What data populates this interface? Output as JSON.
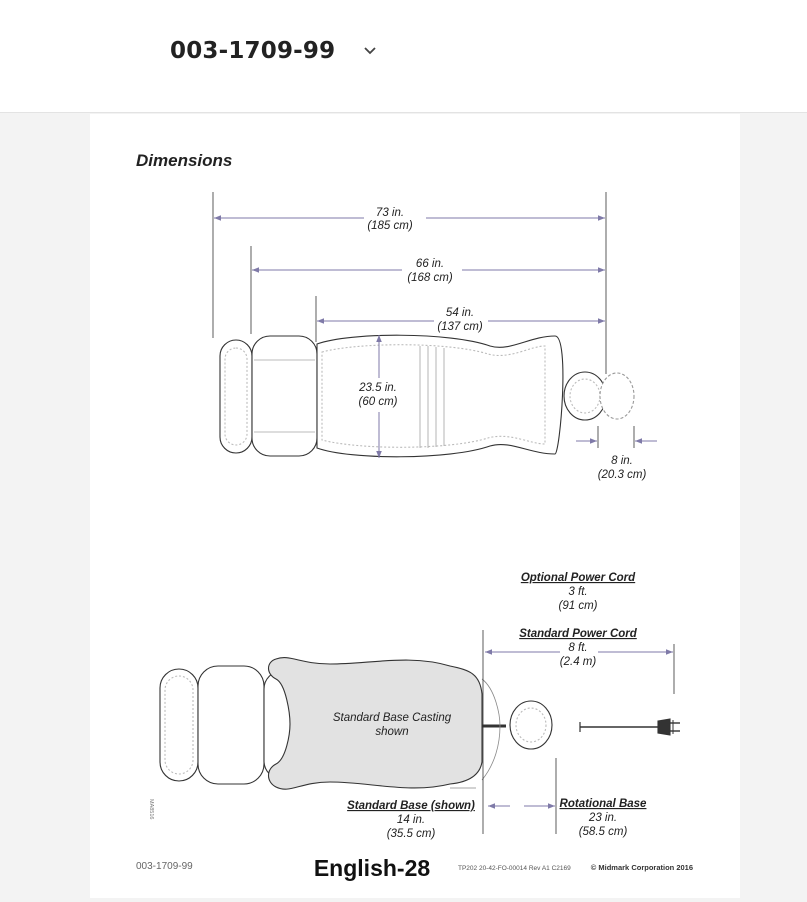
{
  "header": {
    "document_id": "003-1709-99",
    "dropdown_icon": "chevron-down-icon"
  },
  "page": {
    "heading": "Dimensions",
    "top_view": {
      "length_overall": [
        "73 in.",
        "(185 cm)"
      ],
      "length_mid": [
        "66 in.",
        "(168 cm)"
      ],
      "length_seat": [
        "54 in.",
        "(137 cm)"
      ],
      "width": [
        "23.5 in.",
        "(60 cm)"
      ],
      "headrest_offset": [
        "8 in.",
        "(20.3 cm)"
      ]
    },
    "base_view": {
      "optional_cord_title": "Optional Power Cord",
      "optional_cord_len": [
        "3 ft.",
        "(91 cm)"
      ],
      "standard_cord_title": "Standard Power Cord",
      "standard_cord_len": [
        "8 ft.",
        "(2.4 m)"
      ],
      "casting_label": [
        "Standard Base Casting",
        "shown"
      ],
      "standard_base_title": "Standard Base (shown)",
      "standard_base_len": [
        "14 in.",
        "(35.5 cm)"
      ],
      "rotational_base_title": "Rotational Base",
      "rotational_base_len": [
        "23 in.",
        "(58.5 cm)"
      ],
      "figure_code": "MA8516"
    },
    "footer": {
      "doc_number": "003-1709-99",
      "page_label": "English-28",
      "fine_print": "TP202   20-42-FO-00014  Rev A1  C2169",
      "copyright": "© Midmark Corporation 2016"
    }
  },
  "colors": {
    "dim_line": "#7f7aa8",
    "base_fill": "#e2e2e2",
    "outline": "#333333"
  }
}
